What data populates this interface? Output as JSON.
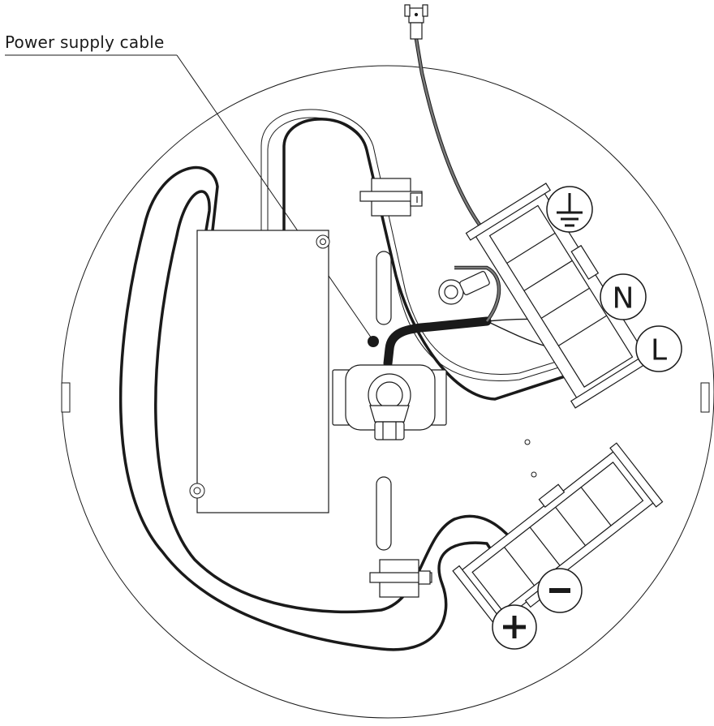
{
  "callout": {
    "label": "Power supply cable"
  },
  "terminals": {
    "earth": {
      "symbol": "earth-ground-icon"
    },
    "neutral": {
      "letter": "N"
    },
    "live": {
      "letter": "L"
    },
    "positive": {
      "symbol": "plus-icon"
    },
    "negative": {
      "symbol": "minus-icon"
    }
  },
  "colors": {
    "line": "#1a1a1a",
    "earth_wire": "#7a7a7a",
    "background": "#ffffff"
  }
}
